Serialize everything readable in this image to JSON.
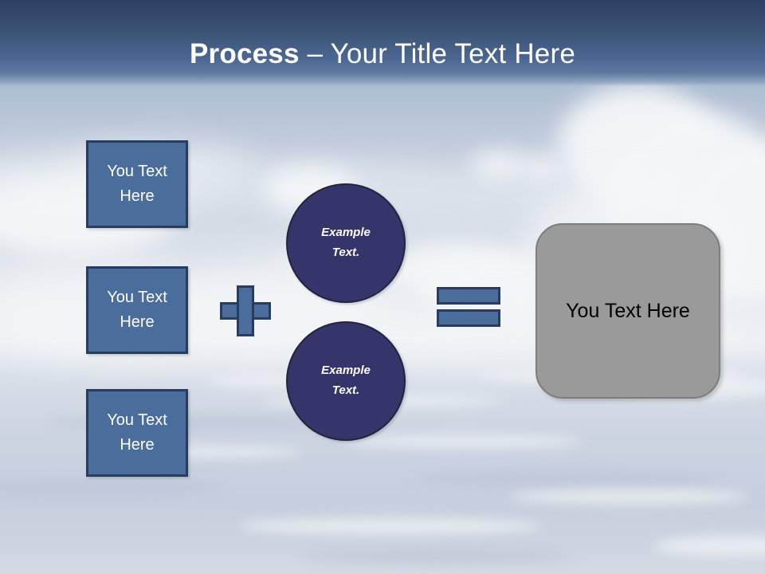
{
  "slide": {
    "title_bold": "Process",
    "title_rest": " – Your Title Text Here",
    "colors": {
      "header_top": "#2c4263",
      "header_bottom": "#5c779f",
      "box_fill": "#4a6d9b",
      "box_border": "#2a3c5e",
      "circle_fill": "#35356b",
      "circle_border": "#23233f",
      "result_fill": "#9a9a9a",
      "result_border": "#7d7d7d",
      "box_text": "#ffffff",
      "result_text": "#000000"
    }
  },
  "inputs": [
    {
      "label": "You Text Here"
    },
    {
      "label": "You Text Here"
    },
    {
      "label": "You Text Here"
    }
  ],
  "operators": {
    "plus": "plus-sign",
    "equals": "equals-sign"
  },
  "circles": [
    {
      "line1": "Example",
      "line2": "Text."
    },
    {
      "line1": "Example",
      "line2": "Text."
    }
  ],
  "result": {
    "label": "You Text Here"
  }
}
